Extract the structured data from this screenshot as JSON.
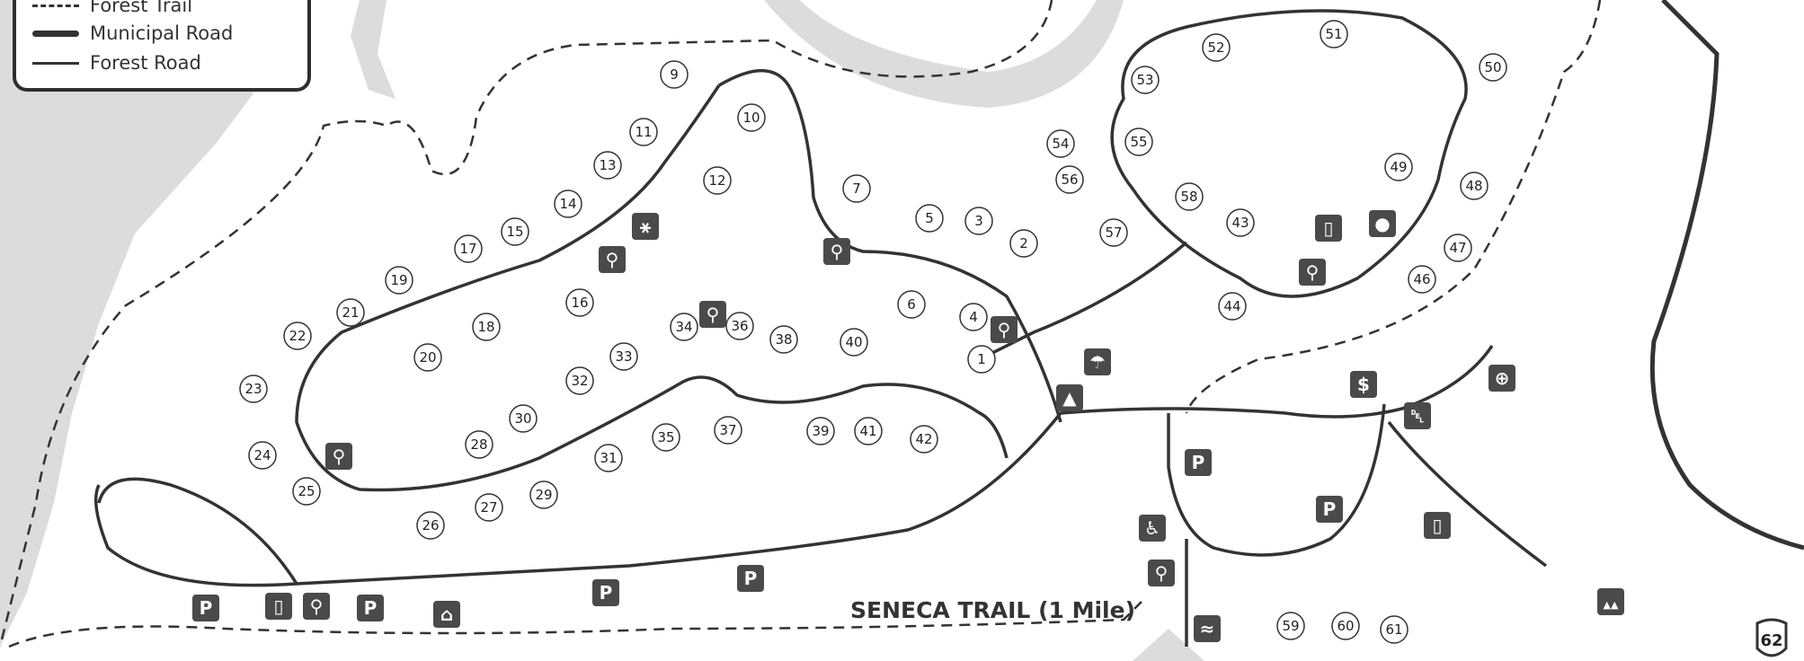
{
  "legend": {
    "items": [
      {
        "label": "Forest Trail",
        "style": "dashed"
      },
      {
        "label": "Municipal Road",
        "style": "thick"
      },
      {
        "label": "Forest Road",
        "style": "thin"
      }
    ]
  },
  "trail": {
    "label": "SENECA TRAIL (1 Mile)"
  },
  "route_shield": {
    "number": "62"
  },
  "campsites": [
    "1",
    "2",
    "3",
    "4",
    "5",
    "6",
    "7",
    "9",
    "10",
    "11",
    "12",
    "13",
    "14",
    "15",
    "16",
    "17",
    "18",
    "19",
    "20",
    "21",
    "22",
    "23",
    "24",
    "25",
    "26",
    "27",
    "28",
    "29",
    "30",
    "31",
    "32",
    "33",
    "34",
    "35",
    "36",
    "37",
    "38",
    "39",
    "40",
    "41",
    "42",
    "43",
    "44",
    "46",
    "47",
    "48",
    "49",
    "50",
    "51",
    "52",
    "53",
    "54",
    "55",
    "56",
    "57",
    "58",
    "59",
    "60",
    "61"
  ],
  "icons": {
    "parking": "P",
    "fee_station": "$",
    "water": "water-tap",
    "restroom": "restroom",
    "trash": "trash-can",
    "privy": "privy",
    "picnic": "picnic-table",
    "camping": "tent",
    "group_camping": "tents",
    "playground": "basketball",
    "shower": "shower",
    "accessible": "wheelchair",
    "boat_ramp": "boat-launch",
    "dump_station": "rv-dump"
  },
  "colors": {
    "land_gray": "#dcdcdc",
    "ink": "#333333",
    "icon_fill": "#4a4a4a",
    "paper": "#ffffff"
  }
}
